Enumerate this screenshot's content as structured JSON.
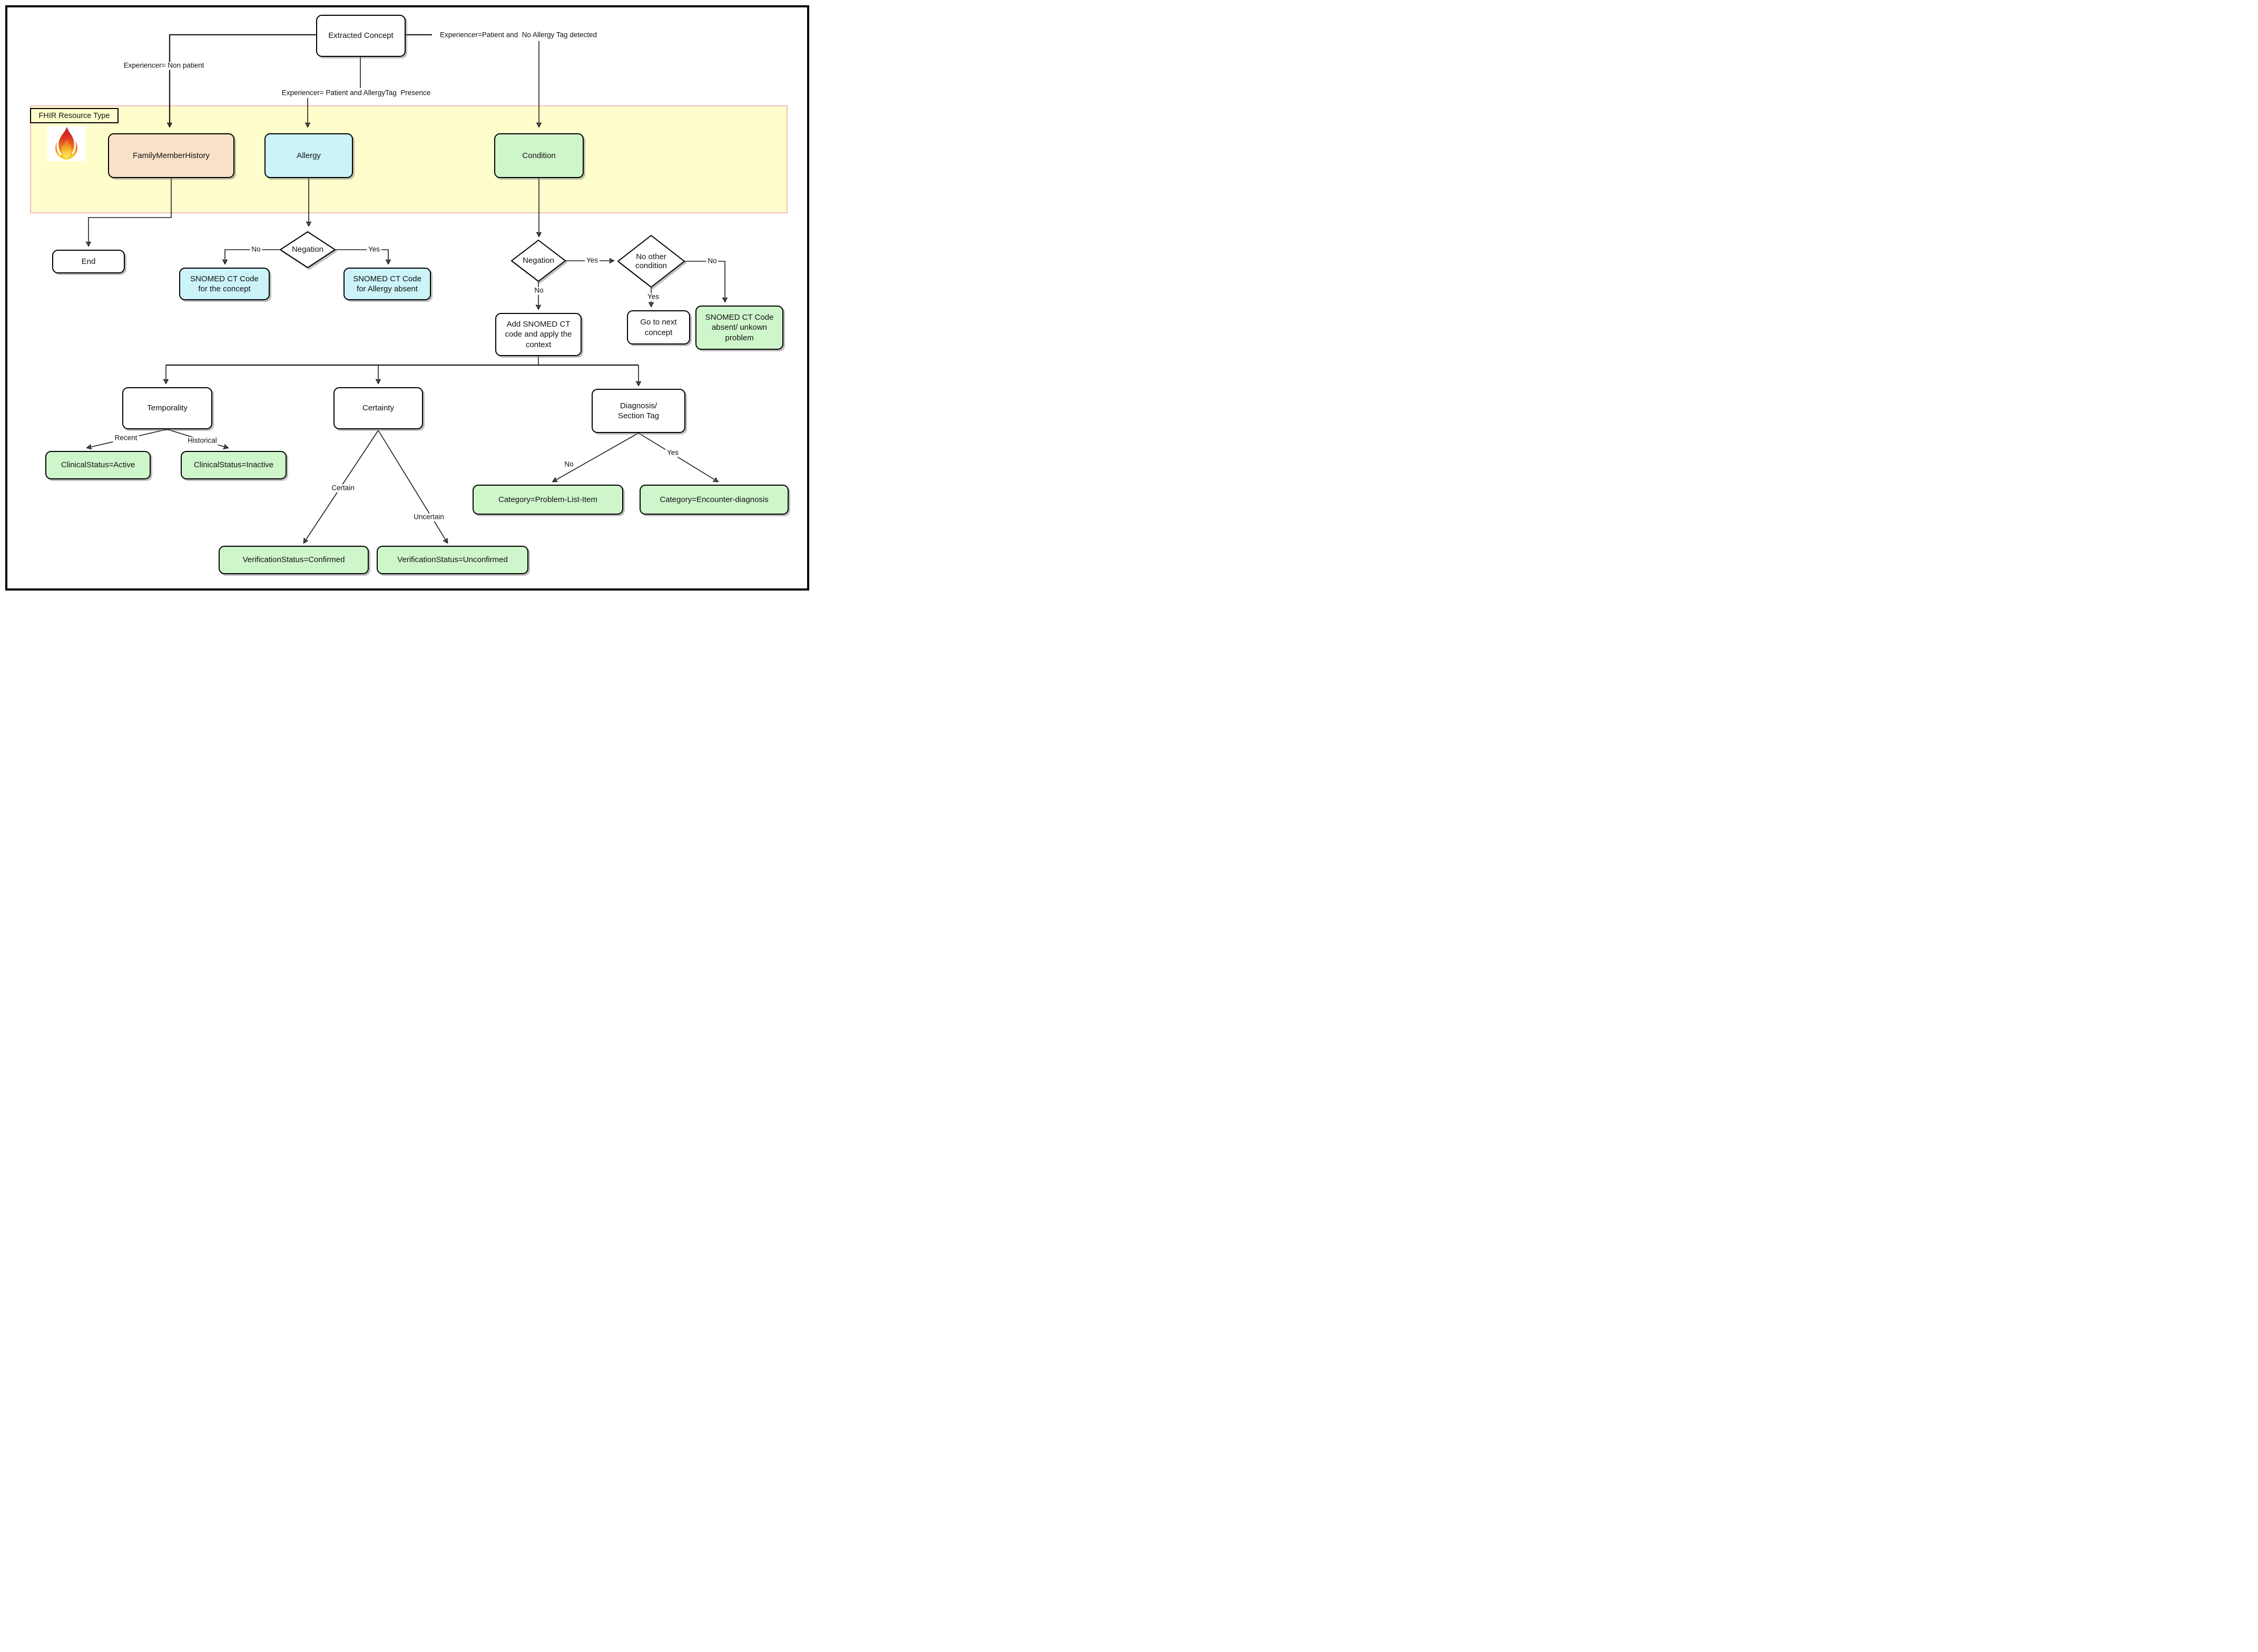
{
  "colors": {
    "band_fill": "#fefecc",
    "band_border": "#f2bdbd",
    "family_member_history_fill": "#f8e1c8",
    "allergy_fill": "#cbf3f8",
    "green_fill": "#cff5cb",
    "node_border": "#000000",
    "line": "#1a1a1a",
    "flame_red": "#cc1a1f",
    "flame_yellow": "#f8dc3c"
  },
  "flow": {
    "band": {
      "title": "FHIR Resource Type",
      "icon": "fhir-flame-icon"
    },
    "nodes": {
      "extracted_concept": "Extracted Concept",
      "family_member_history": "FamilyMemberHistory",
      "allergy": "Allergy",
      "condition": "Condition",
      "end": "End",
      "negation": "Negation",
      "snomed_for_concept": "SNOMED CT Code\nfor the concept",
      "snomed_for_allergy_absent": "SNOMED CT Code\nfor Allergy absent",
      "no_other_condition": "No other\ncondition",
      "go_to_next_concept": "Go to next\nconcept",
      "snomed_absent_unknown": "SNOMED CT Code\nabsent/ unkown\nproblem",
      "add_snomed_context": "Add SNOMED CT\ncode and apply the\ncontext",
      "temporality": "Temporality",
      "certainty": "Certainty",
      "diagnosis_section_tag": "Diagnosis/\nSection Tag",
      "clinical_status_active": "ClinicalStatus=Active",
      "clinical_status_inactive": "ClinicalStatus=Inactive",
      "verification_confirmed": "VerificationStatus=Confirmed",
      "verification_unconfirmed": "VerificationStatus=Unconfirmed",
      "category_problem_list_item": "Category=Problem-List-Item",
      "category_encounter_diagnosis": "Category=Encounter-diagnosis"
    },
    "labels": {
      "experiencer_non_patient": "Experiencer= Non patient",
      "experiencer_patient_allergytag": "Experiencer= Patient and AllergyTag  Presence",
      "experiencer_patient_no_allergy": "Experiencer=Patient and  No Allergy Tag detected",
      "yes": "Yes",
      "no": "No",
      "recent": "Recent",
      "historical": "Historical",
      "certain": "Certain",
      "uncertain": "Uncertain"
    }
  }
}
